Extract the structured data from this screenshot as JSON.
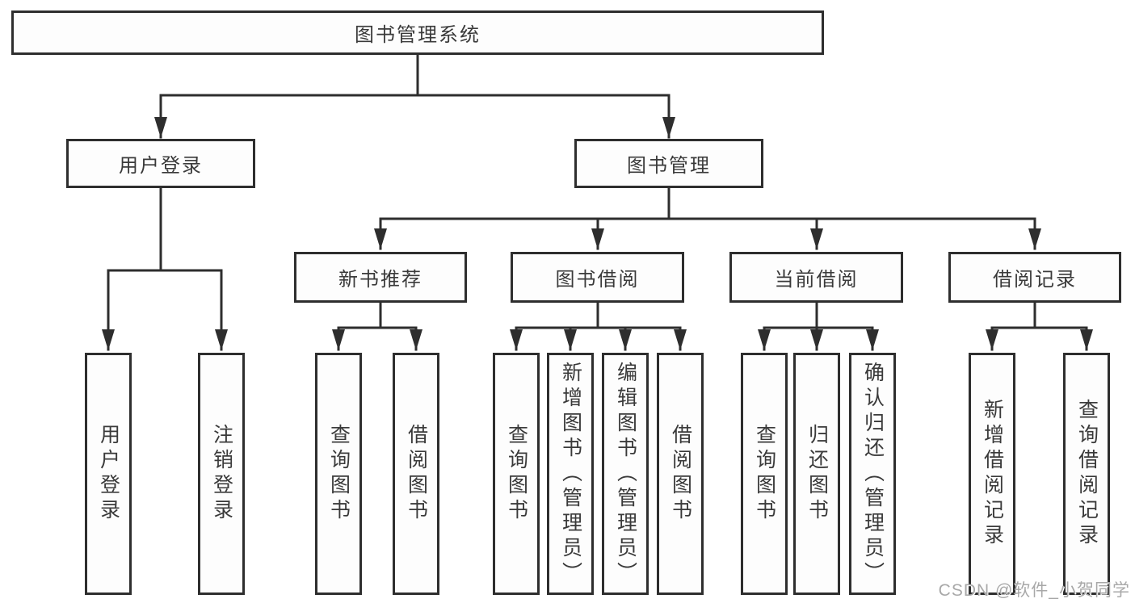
{
  "diagram_type": "hierarchy",
  "colors": {
    "line": "#2e2e2e",
    "box_border": "#2e2e2e",
    "text": "#3a3a3a",
    "watermark": "#a8a8a8",
    "background": "#ffffff"
  },
  "tree": {
    "label": "图书管理系统",
    "children": [
      {
        "label": "用户登录",
        "children": [
          {
            "label": "用户登录"
          },
          {
            "label": "注销登录"
          }
        ]
      },
      {
        "label": "图书管理",
        "children": [
          {
            "label": "新书推荐",
            "children": [
              {
                "label": "查询图书"
              },
              {
                "label": "借阅图书"
              }
            ]
          },
          {
            "label": "图书借阅",
            "children": [
              {
                "label": "查询图书"
              },
              {
                "label": "新增图书（管理员）"
              },
              {
                "label": "编辑图书（管理员）"
              },
              {
                "label": "借阅图书"
              }
            ]
          },
          {
            "label": "当前借阅",
            "children": [
              {
                "label": "查询图书"
              },
              {
                "label": "归还图书"
              },
              {
                "label": "确认归还（管理员）"
              }
            ]
          },
          {
            "label": "借阅记录",
            "children": [
              {
                "label": "新增借阅记录"
              },
              {
                "label": "查询借阅记录"
              }
            ]
          }
        ]
      }
    ]
  },
  "watermark": "CSDN @软件_小贺同学"
}
